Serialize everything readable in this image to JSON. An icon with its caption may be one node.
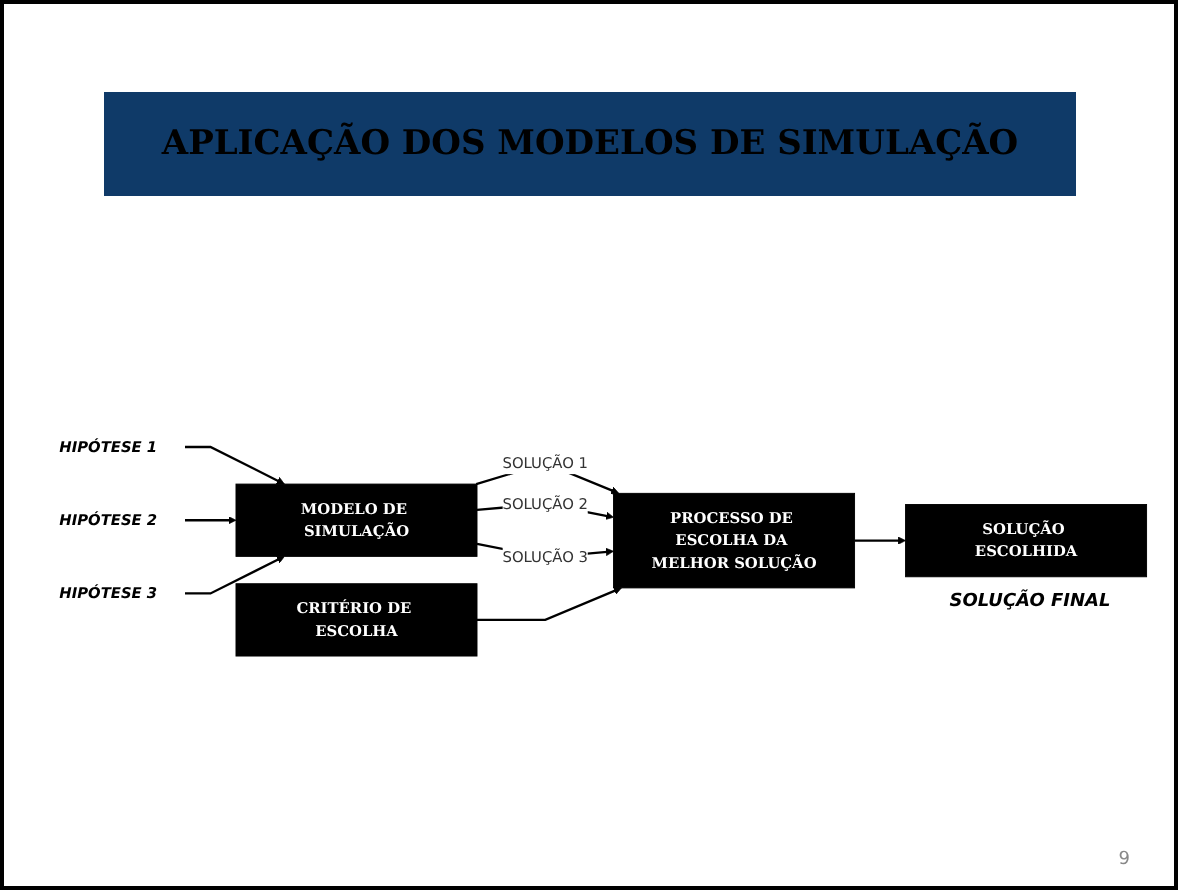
{
  "diagram": {
    "title": "APLICAÇÃO DOS MODELOS DE SIMULAÇÃO",
    "nodes": [
      {
        "text": [
          "HIPÓTESE 1"
        ]
      },
      {
        "text": [
          "HIPÓTESE 2"
        ]
      },
      {
        "text": [
          "HIPÓTESE 3"
        ]
      },
      {
        "text": [
          "MODELO DE SIMULAÇÃO"
        ]
      },
      {
        "text": [
          "PROCESSO DE ESCOLHA DA MELHOR SOLUÇÃO"
        ]
      },
      {
        "text": [
          "CRITÉRIO DE ESCOLHA"
        ]
      },
      {
        "text": [
          "SOLUÇÃO ESCOLHIDA"
        ],
        "beside": [
          "SOLUÇÃO FINAL"
        ]
      }
    ],
    "edges": [
      {
        "from": 0,
        "to": 3,
        "arrow": "to"
      },
      {
        "from": 1,
        "to": 3,
        "arrow": "to"
      },
      {
        "from": 2,
        "to": 3,
        "arrow": "to"
      },
      {
        "from": 3,
        "to": 4,
        "label": "SOLUÇÃO 1",
        "arrow": "to"
      },
      {
        "from": 3,
        "to": 4,
        "label": "SOLUÇÃO 2",
        "arrow": "to"
      },
      {
        "from": 3,
        "to": 4,
        "label": "SOLUÇÃO 3",
        "arrow": "to"
      },
      {
        "from": 5,
        "to": 4,
        "arrow": "to"
      },
      {
        "from": 4,
        "to": 6,
        "arrow": "to"
      }
    ],
    "labels": [
      "9"
    ]
  }
}
